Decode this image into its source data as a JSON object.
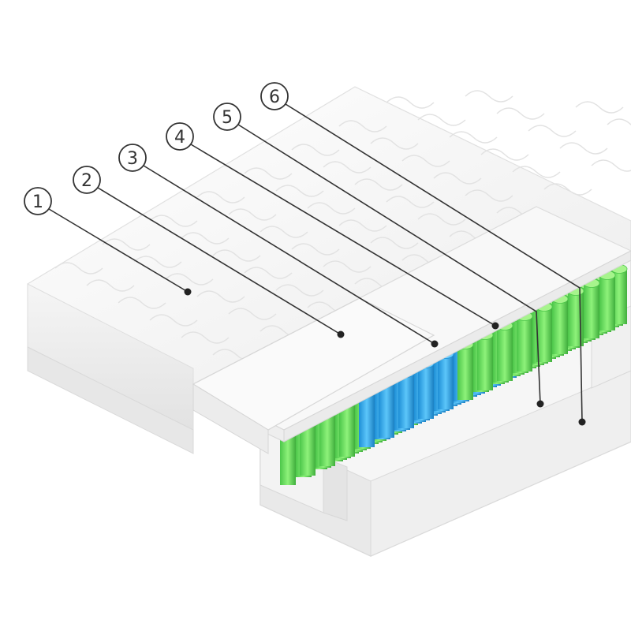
{
  "colors": {
    "background": "#ffffff",
    "quilt_face": "#f4f4f4",
    "quilt_edge": "#e6e6e6",
    "foam": "#f7f7f7",
    "foam_shadow": "#dedede",
    "spring_green": "#7ee86a",
    "spring_green_dark": "#4cc64a",
    "spring_blue": "#3fb4f2",
    "spring_blue_dark": "#1e8fd6",
    "leader_line": "#333333"
  },
  "callouts": [
    {
      "id": 1,
      "label": "1",
      "layer": "quilted-cover"
    },
    {
      "id": 2,
      "label": "2",
      "layer": "comfort-foam"
    },
    {
      "id": 3,
      "label": "3",
      "layer": "soft-spring-zone"
    },
    {
      "id": 4,
      "label": "4",
      "layer": "firm-spring-zone"
    },
    {
      "id": 5,
      "label": "5",
      "layer": "spring-core"
    },
    {
      "id": 6,
      "label": "6",
      "layer": "base-foam"
    }
  ]
}
